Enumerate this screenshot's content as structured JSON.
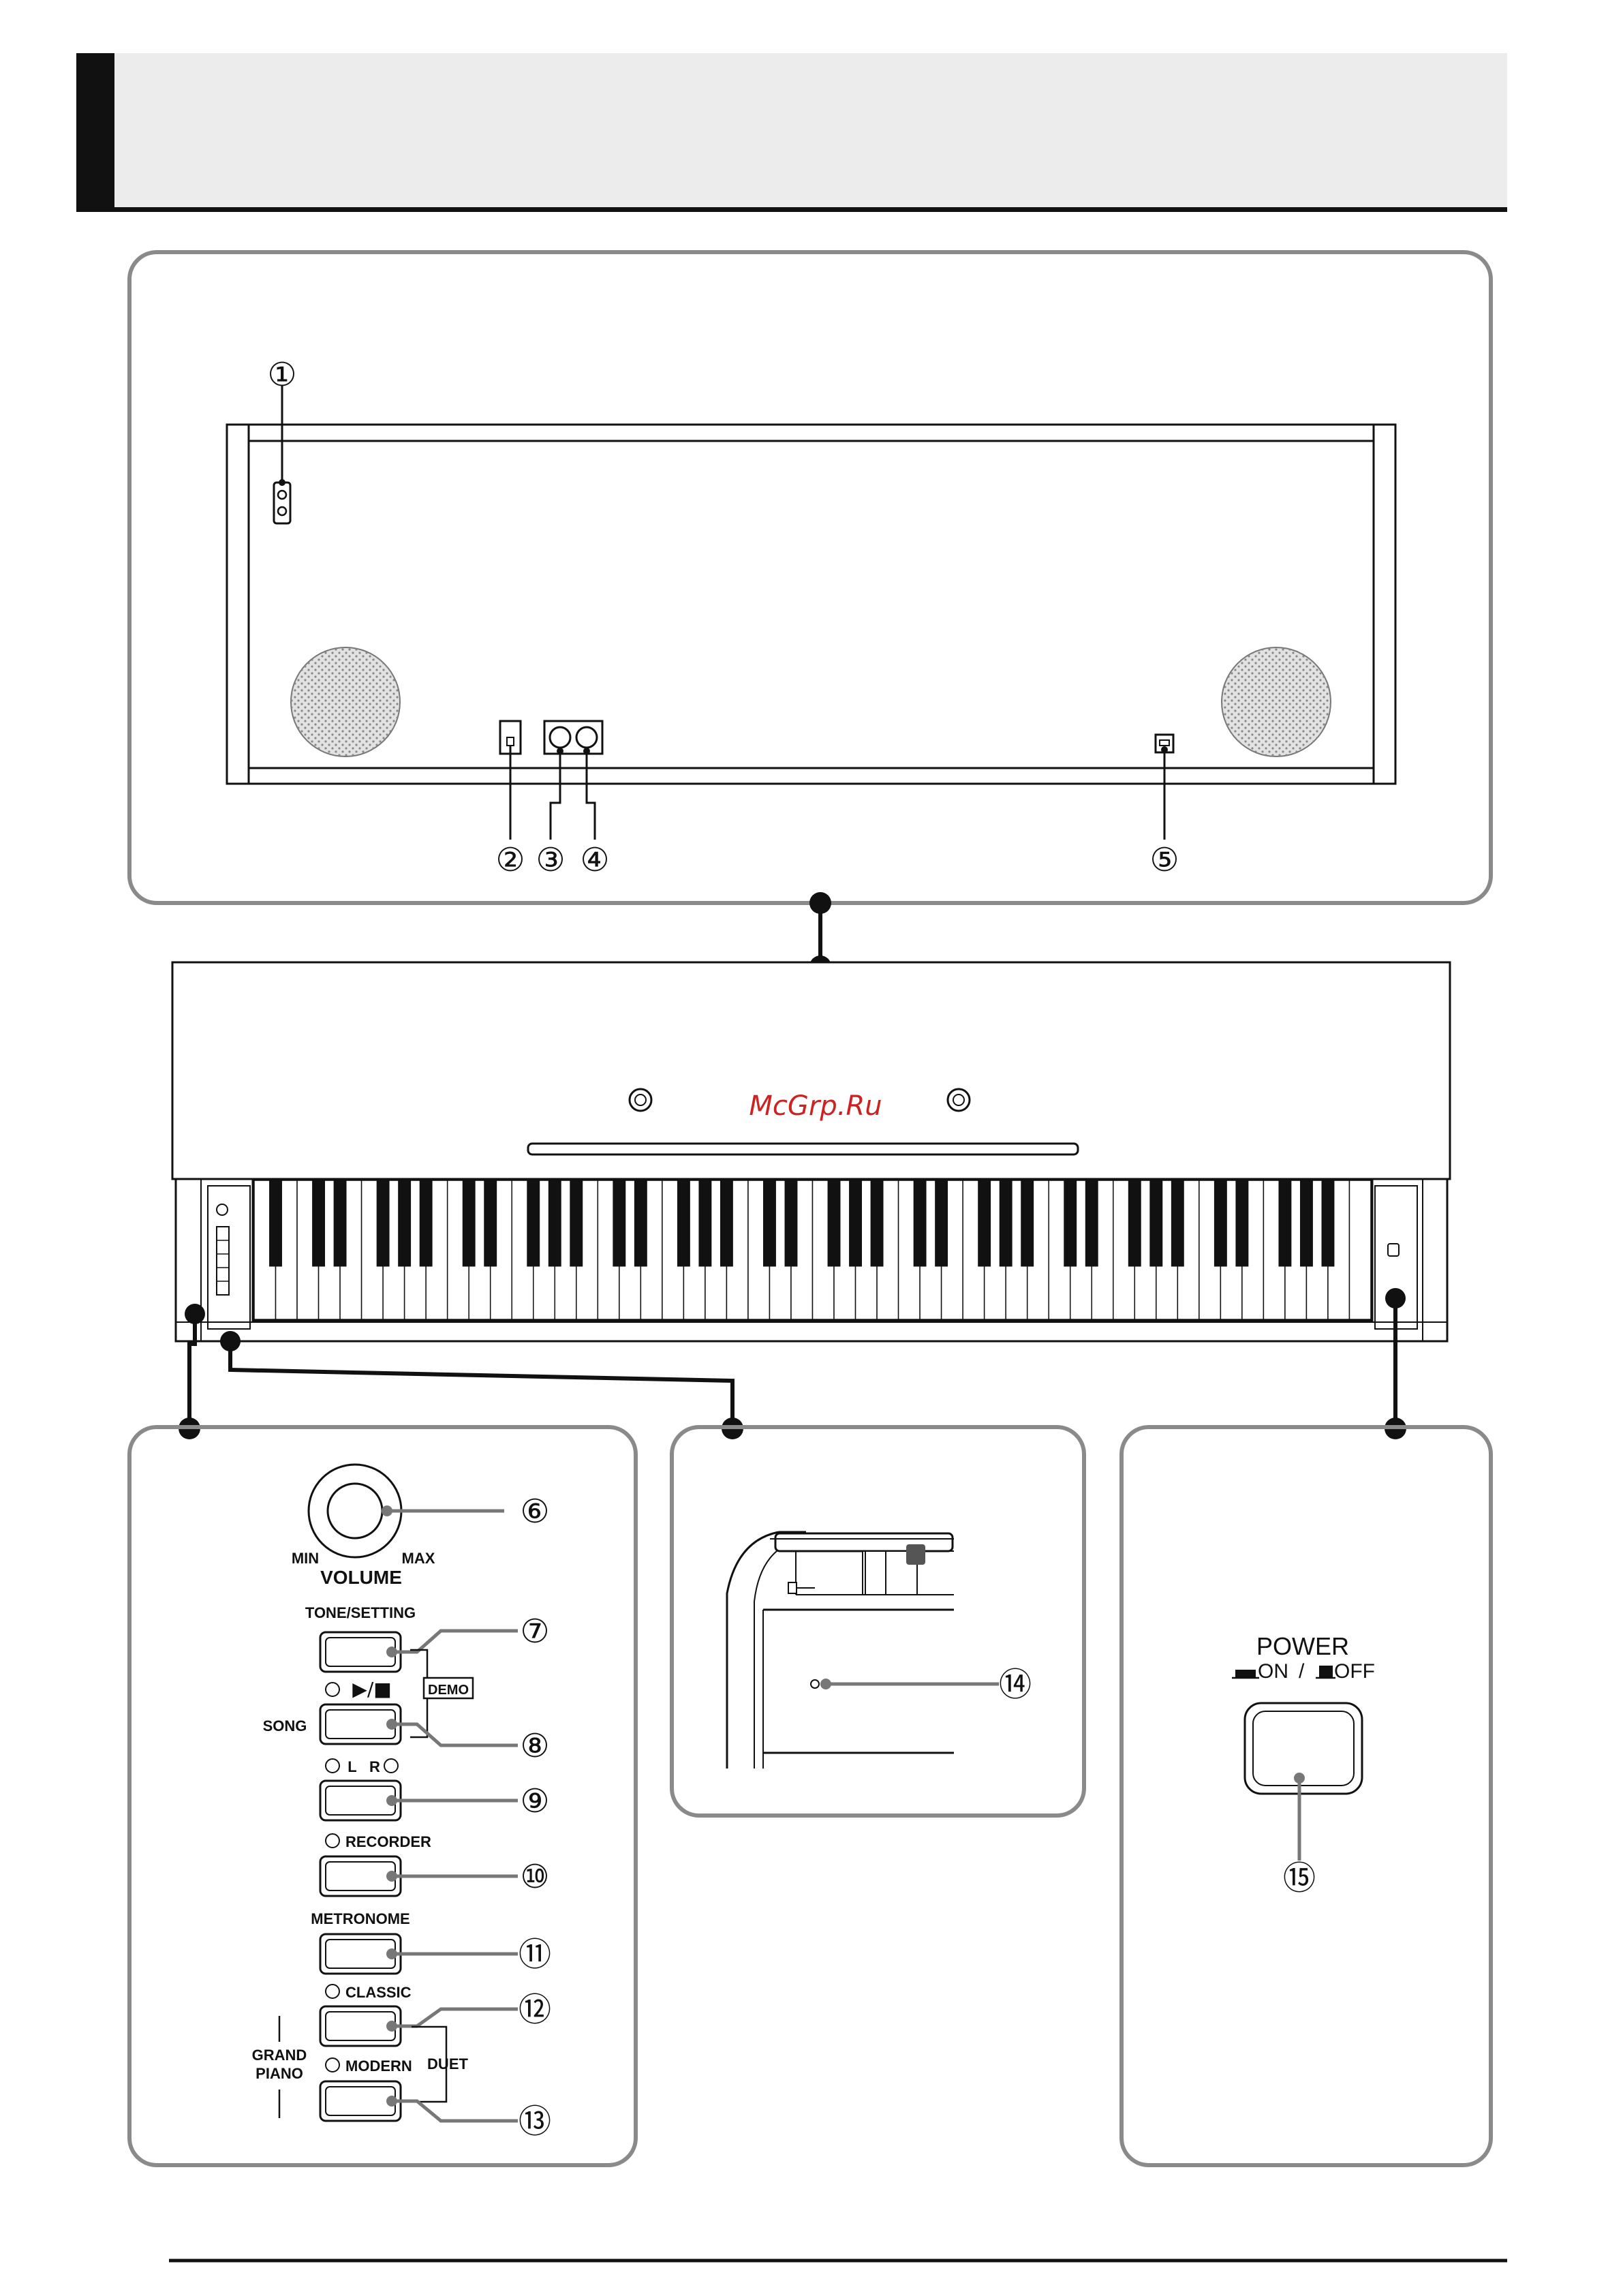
{
  "watermark": "McGrp.Ru",
  "callouts": [
    "①",
    "②",
    "③",
    "④",
    "⑤",
    "⑥",
    "⑦",
    "⑧",
    "⑨",
    "⑩",
    "⑪",
    "⑫",
    "⑬",
    "⑭",
    "⑮"
  ],
  "volume": {
    "label": "VOLUME",
    "min": "MIN",
    "max": "MAX"
  },
  "left_panel": {
    "tone_setting": "TONE/SETTING",
    "demo": "DEMO",
    "song": "SONG",
    "play_stop": "▶/■",
    "l": "L",
    "r": "R",
    "recorder": "RECORDER",
    "metronome": "METRONOME",
    "classic": "CLASSIC",
    "modern": "MODERN",
    "grand": "GRAND",
    "piano": "PIANO",
    "duet": "DUET"
  },
  "power": {
    "label": "POWER",
    "on": "ON",
    "off": "OFF",
    "sep": "/"
  }
}
